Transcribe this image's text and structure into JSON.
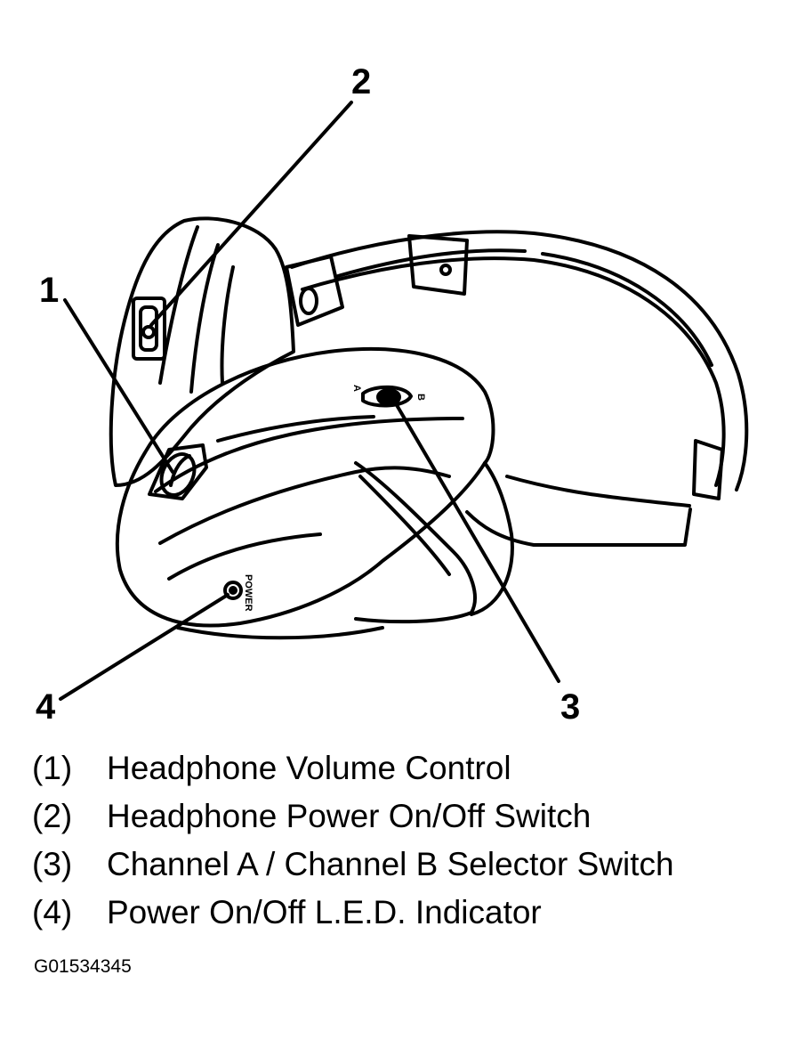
{
  "callouts": [
    {
      "id": "1",
      "label": "1"
    },
    {
      "id": "2",
      "label": "2"
    },
    {
      "id": "3",
      "label": "3"
    },
    {
      "id": "4",
      "label": "4"
    }
  ],
  "legend": [
    {
      "number": "(1)",
      "text": "Headphone Volume Control"
    },
    {
      "number": "(2)",
      "text": "Headphone Power On/Off Switch"
    },
    {
      "number": "(3)",
      "text": "Channel A / Channel B Selector Switch"
    },
    {
      "number": "(4)",
      "text": "Power On/Off L.E.D. Indicator"
    }
  ],
  "figure_id": "G01534345",
  "device_marking": {
    "power": "POWER",
    "channel_a": "A",
    "channel_b": "B"
  }
}
